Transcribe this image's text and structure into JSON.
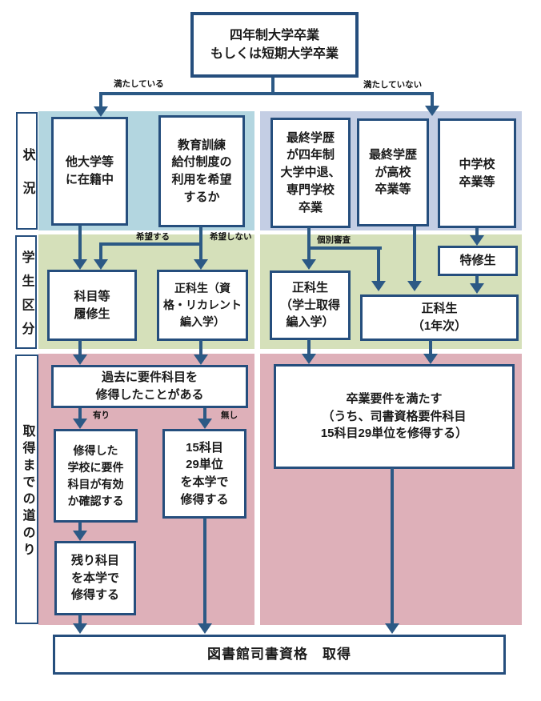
{
  "colors": {
    "border": "#254E7D",
    "arrow": "#2C5985",
    "band_blue": "#B3D6E0",
    "band_periwinkle": "#C4CEE4",
    "band_green": "#D5E0BA",
    "band_pink": "#DEB0B9",
    "box_bg": "#FFFFFF",
    "text": "#1A1A1A"
  },
  "side_labels": {
    "row1": "状況",
    "row2": "学生区分",
    "row3": "取得までの道のり"
  },
  "boxes": {
    "start": "四年制大学卒業\nもしくは短期大学卒業",
    "other_university": "他大学等\nに在籍中",
    "training_benefit": "教育訓練\n給付制度の\n利用を希望\nするか",
    "univ_dropout": "最終学歴\nが四年制\n大学中退、\n専門学校\n卒業",
    "highschool_grad": "最終学歴\nが高校\n卒業等",
    "junior_high_grad": "中学校\n卒業等",
    "kamoku_rishusei": "科目等\n履修生",
    "seikasei_shikaku": "正科生（資\n格・リカレント\n編入学）",
    "seikasei_gakushi": "正科生\n（学士取得\n編入学）",
    "tokushusei": "特修生",
    "seikasei_1nenji": "正科生\n（1年次）",
    "kako_yoken": "過去に要件科目を\n修得したことがある",
    "kakunin": "修得した\n学校に要件\n科目が有効\nか確認する",
    "fifteen_units": "15科目\n29単位\nを本学で\n修得する",
    "nokori_kamoku": "残り科目\nを本学で\n修得する",
    "sotsugyo_yoken": "卒業要件を満たす\n（うち、司書資格要件科目\n15科目29単位を修得する）",
    "goal": "図書館司書資格　取得"
  },
  "edge_labels": {
    "meets": "満たしている",
    "not_meets": "満たしていない",
    "kibou_suru": "希望する",
    "kibou_shinai": "希望しない",
    "kobetsu_shinsa": "個別審査",
    "ari": "有り",
    "nashi": "無し"
  }
}
